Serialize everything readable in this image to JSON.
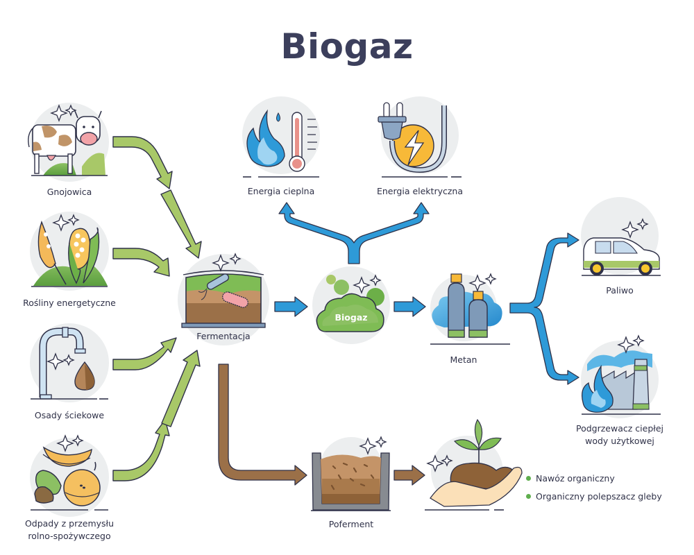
{
  "title": "Biogaz",
  "colors": {
    "title": "#3c3f5c",
    "input_arrow": "#a8c868",
    "energy_arrow": "#2e9ad8",
    "digestate_arrow": "#9b7048",
    "circle_bg": "#eceeef",
    "outline": "#2f3148",
    "bullet": "#5fae4e"
  },
  "inputs": [
    {
      "id": "gnojowica",
      "label": "Gnojowica",
      "icon": "cow-icon"
    },
    {
      "id": "rosliny",
      "label": "Rośliny energetyczne",
      "icon": "crops-icon"
    },
    {
      "id": "osady",
      "label": "Osady ściekowe",
      "icon": "sewage-tap-icon"
    },
    {
      "id": "odpady",
      "label": [
        "Odpady z przemysłu",
        "rolno-spożywczego"
      ],
      "icon": "food-waste-icon"
    }
  ],
  "process": {
    "fermentacja": {
      "label": "Fermentacja",
      "icon": "fermentation-tank-icon"
    },
    "biogaz": {
      "label": "Biogaz",
      "icon": "gas-cloud-icon"
    },
    "metan": {
      "label": "Metan",
      "icon": "gas-cylinders-icon"
    },
    "poferment": {
      "label": "Poferment",
      "icon": "digestate-container-icon"
    }
  },
  "outputs": {
    "energia_cieplna": {
      "label": "Energia cieplna",
      "icon": "flame-thermometer-icon"
    },
    "energia_elektryczna": {
      "label": "Energia elektryczna",
      "icon": "plug-lightning-icon"
    },
    "paliwo": {
      "label": "Paliwo",
      "icon": "car-icon"
    },
    "podgrzewacz": {
      "label": [
        "Podgrzewacz ciepłej",
        "wody użytkowej"
      ],
      "icon": "factory-flame-icon"
    },
    "soil": {
      "icon": "hands-seedling-icon"
    }
  },
  "soil_uses": [
    "Nawóz organiczny",
    "Organiczny polepszacz gleby"
  ]
}
